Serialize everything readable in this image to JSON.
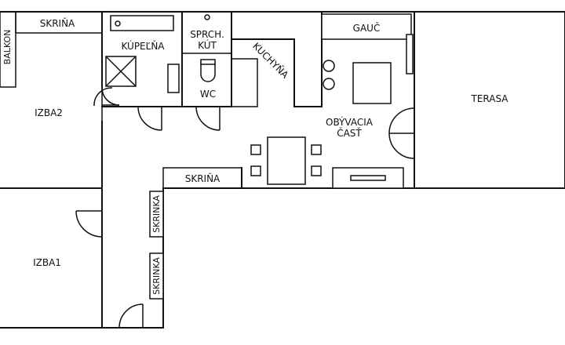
{
  "rooms": {
    "balkon": "BALKON",
    "izba2": "IZBA2",
    "izba1": "IZBA1",
    "kupelna": "KÚPEĽŇA",
    "sprch_1": "SPRCH.",
    "sprch_2": "KÚT",
    "wc": "WC",
    "kuchyna": "KUCHYŇA",
    "obyvacia_1": "OBÝVACIA",
    "obyvacia_2": "ČASŤ",
    "terasa": "TERASA"
  },
  "furniture": {
    "skrina_top": "SKRIŇA",
    "skrina_mid": "SKRIŇA",
    "skrinka_1": "SKRINKA",
    "skrinka_2": "SKRINKA",
    "gauc": "GAUČ"
  }
}
